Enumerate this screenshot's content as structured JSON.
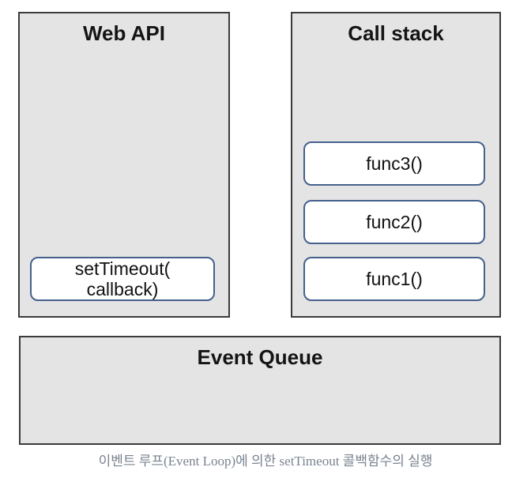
{
  "diagram": {
    "web_api": {
      "title": "Web API",
      "node": {
        "line1": "setTimeout(",
        "line2": "callback)"
      }
    },
    "call_stack": {
      "title": "Call stack",
      "frames": [
        "func3()",
        "func2()",
        "func1()"
      ]
    },
    "event_queue": {
      "title": "Event Queue"
    },
    "caption": "이벤트 루프(Event Loop)에 의한 setTimeout 콜백함수의 실행",
    "colors": {
      "panel_background": "#e4e4e4",
      "panel_border": "#3b3b3b",
      "node_background": "#ffffff",
      "node_border": "#44618c",
      "title_text": "#141414",
      "caption_text": "#79838f"
    }
  }
}
